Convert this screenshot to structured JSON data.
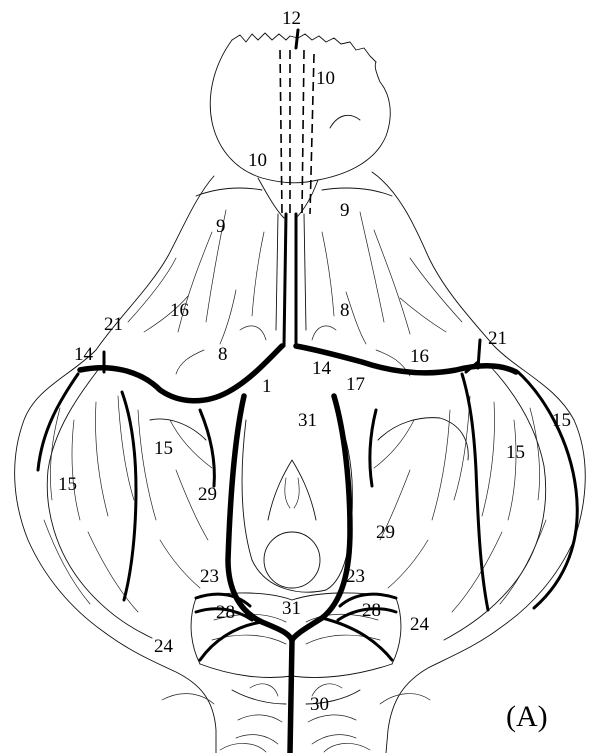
{
  "panel_label": "(A)",
  "labels": [
    {
      "text": "12"
    },
    {
      "text": "10"
    },
    {
      "text": "10"
    },
    {
      "text": "9"
    },
    {
      "text": "9"
    },
    {
      "text": "8"
    },
    {
      "text": "8"
    },
    {
      "text": "16"
    },
    {
      "text": "16"
    },
    {
      "text": "21"
    },
    {
      "text": "21"
    },
    {
      "text": "14"
    },
    {
      "text": "14"
    },
    {
      "text": "1"
    },
    {
      "text": "17"
    },
    {
      "text": "31"
    },
    {
      "text": "15"
    },
    {
      "text": "15"
    },
    {
      "text": "15"
    },
    {
      "text": "15"
    },
    {
      "text": "29"
    },
    {
      "text": "29"
    },
    {
      "text": "23"
    },
    {
      "text": "23"
    },
    {
      "text": "28"
    },
    {
      "text": "28"
    },
    {
      "text": "31"
    },
    {
      "text": "24"
    },
    {
      "text": "24"
    },
    {
      "text": "30"
    }
  ]
}
